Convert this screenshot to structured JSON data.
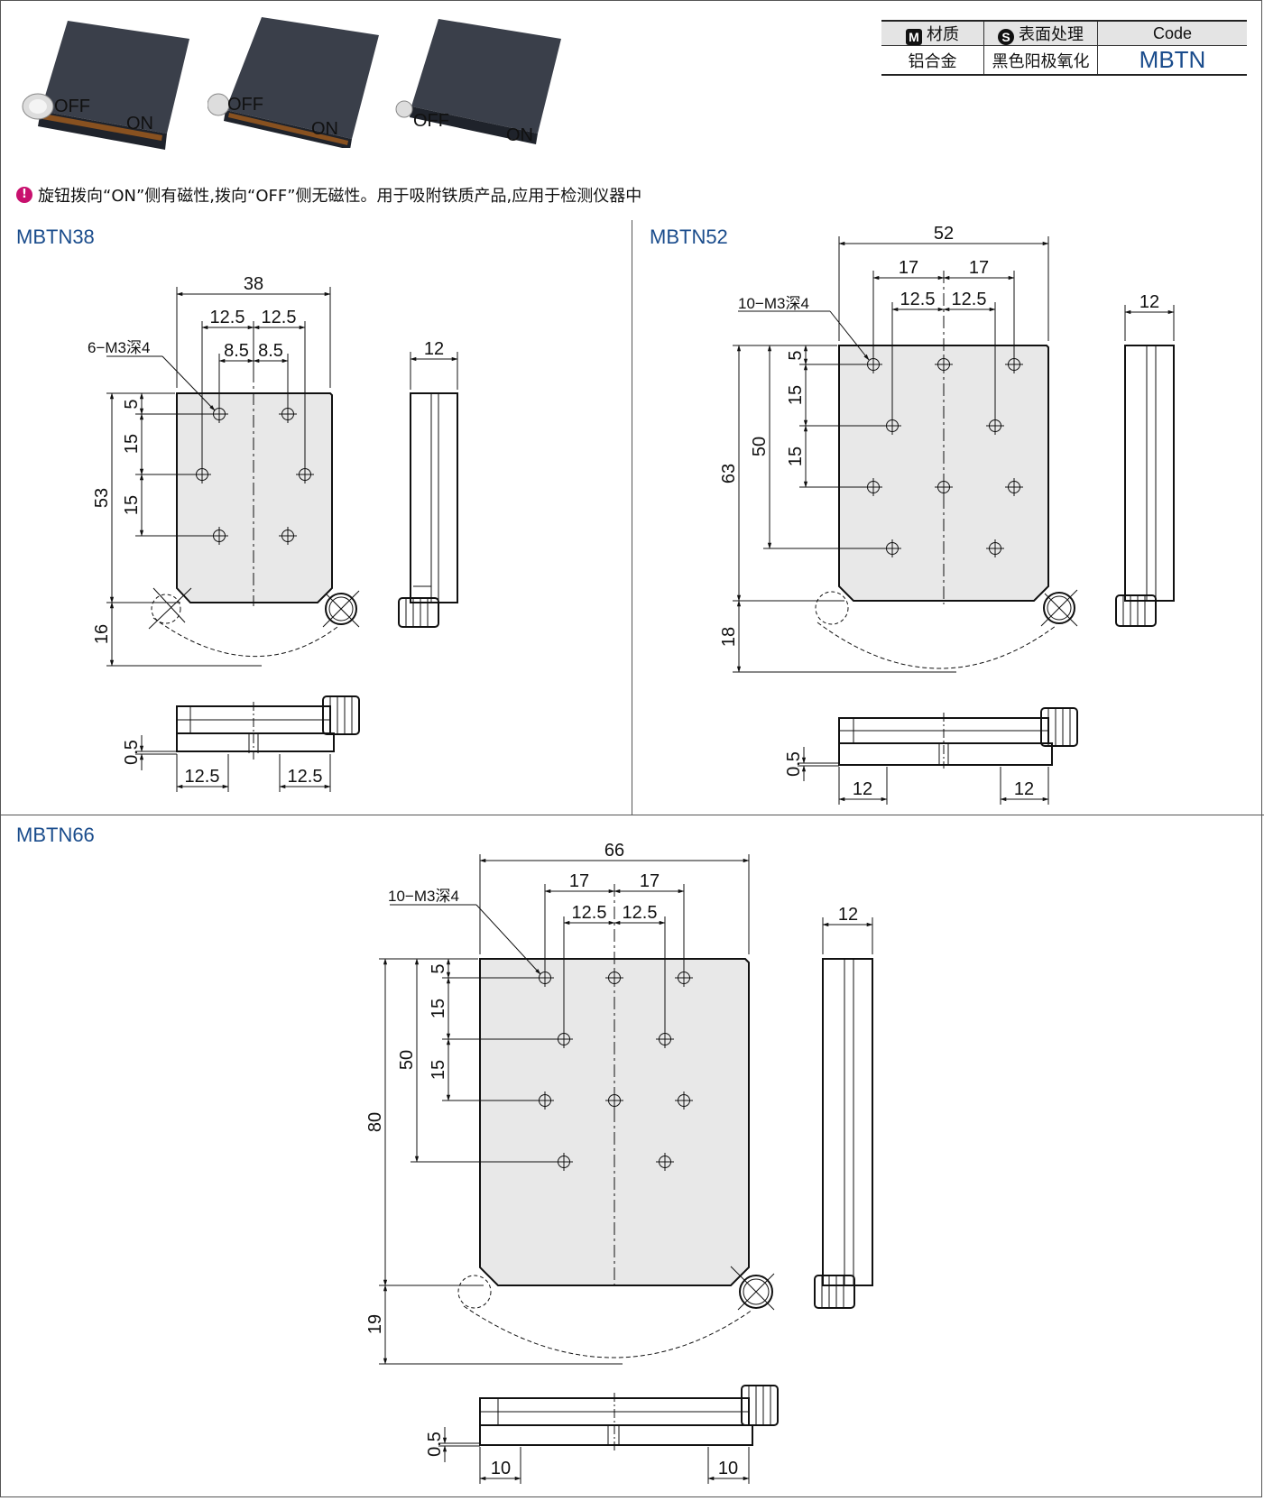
{
  "spec": {
    "headers": {
      "material": "材质",
      "surface": "表面处理",
      "code": "Code"
    },
    "badges": {
      "material": "M",
      "surface": "S"
    },
    "values": {
      "material": "铝合金",
      "surface": "黑色阳极氧化",
      "code": "MBTN"
    }
  },
  "note": {
    "icon": "info-icon",
    "text": "旋钮拨向“ON”侧有磁性,拨向“OFF”侧无磁性。用于吸附铁质产品,应用于检测仪器中"
  },
  "photos": {
    "off_label": "OFF",
    "on_label": "ON"
  },
  "sections": {
    "mbtn38": {
      "title": "MBTN38",
      "width": "38",
      "pitch_outer_l": "12.5",
      "pitch_outer_r": "12.5",
      "pitch_inner_l": "8.5",
      "pitch_inner_r": "8.5",
      "hole_label": "6−M3深4",
      "v_5": "5",
      "v_15a": "15",
      "v_15b": "15",
      "height": "53",
      "knob_h": "16",
      "side_w": "12",
      "bottom_gap": "0.5",
      "bottom_l": "12.5",
      "bottom_r": "12.5"
    },
    "mbtn52": {
      "title": "MBTN52",
      "width": "52",
      "pitch_outer_l": "17",
      "pitch_outer_r": "17",
      "pitch_inner_l": "12.5",
      "pitch_inner_r": "12.5",
      "hole_label": "10−M3深4",
      "v_5": "5",
      "v_15a": "15",
      "v_15b": "15",
      "v_50": "50",
      "height": "63",
      "knob_h": "18",
      "side_w": "12",
      "bottom_gap": "0.5",
      "bottom_l": "12",
      "bottom_r": "12"
    },
    "mbtn66": {
      "title": "MBTN66",
      "width": "66",
      "pitch_outer_l": "17",
      "pitch_outer_r": "17",
      "pitch_inner_l": "12.5",
      "pitch_inner_r": "12.5",
      "hole_label": "10−M3深4",
      "v_5": "5",
      "v_15a": "15",
      "v_15b": "15",
      "v_50": "50",
      "height": "80",
      "knob_h": "19",
      "side_w": "12",
      "bottom_gap": "0.5",
      "bottom_l": "10",
      "bottom_r": "10"
    }
  },
  "colors": {
    "title_blue": "#1a4c8c",
    "plate_fill": "#e8e8e8",
    "note_icon": "#c8106e"
  }
}
